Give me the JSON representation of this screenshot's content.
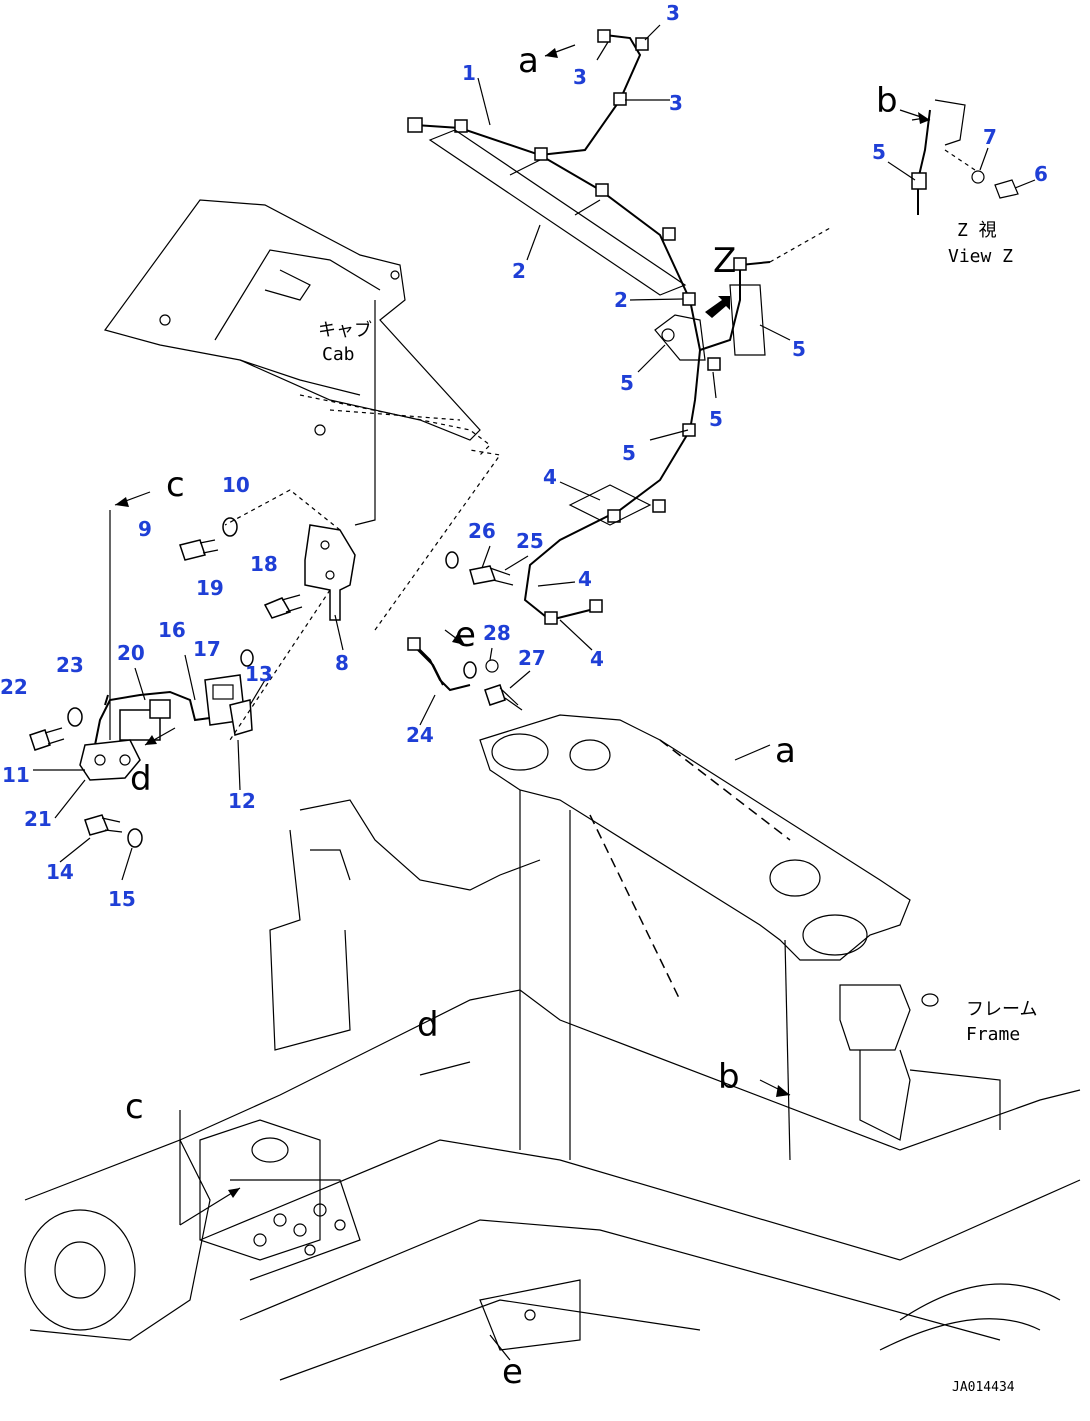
{
  "callouts": {
    "c1": "1",
    "c2a": "2",
    "c2b": "2",
    "c3a": "3",
    "c3b": "3",
    "c3c": "3",
    "c4a": "4",
    "c4b": "4",
    "c4c": "4",
    "c5a": "5",
    "c5b": "5",
    "c5c": "5",
    "c5d": "5",
    "c5e": "5",
    "c6": "6",
    "c7": "7",
    "c8": "8",
    "c9": "9",
    "c10": "10",
    "c11": "11",
    "c12": "12",
    "c13": "13",
    "c14": "14",
    "c15": "15",
    "c16": "16",
    "c17": "17",
    "c18": "18",
    "c19": "19",
    "c20": "20",
    "c21": "21",
    "c22": "22",
    "c23": "23",
    "c24": "24",
    "c25": "25",
    "c26": "26",
    "c27": "27",
    "c28": "28"
  },
  "refs": {
    "a_top": "a",
    "a_right": "a",
    "b_top": "b",
    "b_bottom": "b",
    "c_top": "c",
    "c_bottom": "c",
    "d_left": "d",
    "d_mid": "d",
    "e_mid": "e",
    "e_bottom": "e",
    "z_arrow": "Z"
  },
  "labels": {
    "cab_jp": "キャブ",
    "cab_en": "Cab",
    "viewz_jp": "Z 視",
    "viewz_en": "View Z",
    "frame_jp": "フレーム",
    "frame_en": "Frame",
    "drawing_no": "JA014434"
  }
}
